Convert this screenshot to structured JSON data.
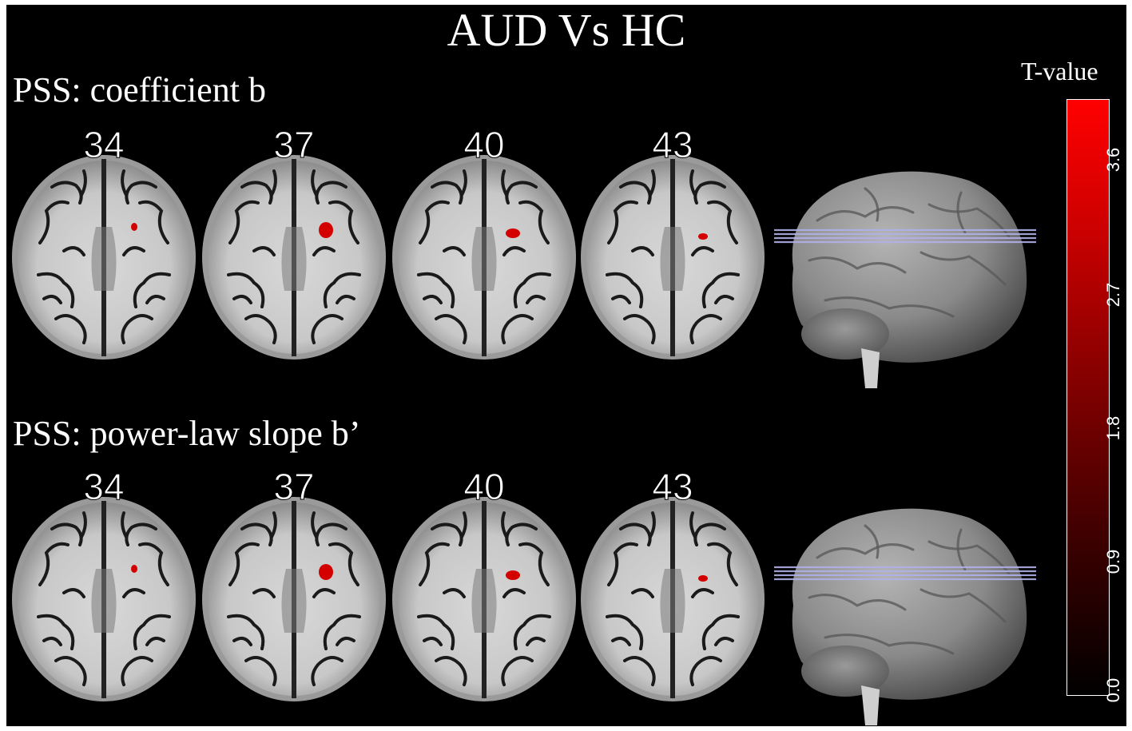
{
  "figure": {
    "title": "AUD Vs HC",
    "rows": [
      {
        "label": "PSS: coefficient b",
        "slices": [
          "34",
          "37",
          "40",
          "43"
        ]
      },
      {
        "label": "PSS: power-law slope b’",
        "slices": [
          "34",
          "37",
          "40",
          "43"
        ]
      }
    ],
    "colorbar": {
      "title": "T-value",
      "ticks": [
        "3.6",
        "2.7",
        "1.8",
        "0.9",
        "0.0"
      ],
      "min": 0.0,
      "max": 4.0,
      "colors": {
        "low": "#000000",
        "high": "#ff0000"
      }
    },
    "colors": {
      "background": "#000000",
      "cluster": "#d40000",
      "slice_plane": "#b0b0e8"
    }
  }
}
